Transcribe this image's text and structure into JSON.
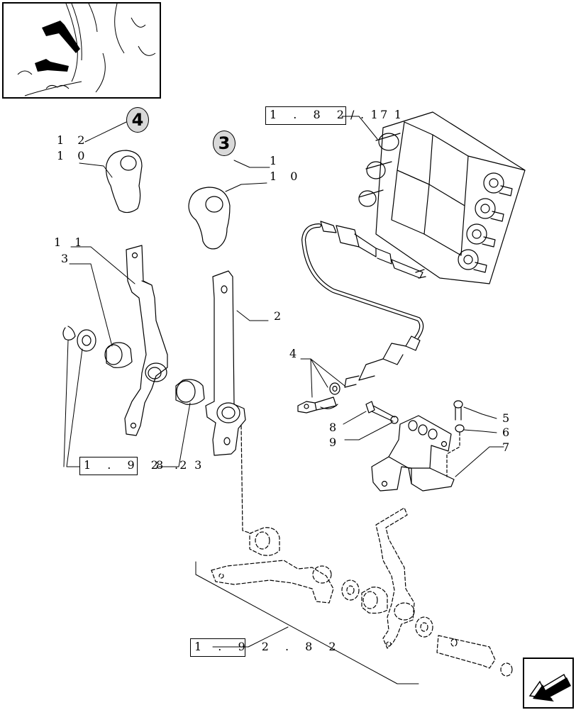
{
  "labels": {
    "circle_4": "4",
    "circle_3": "3",
    "l12": "1 2",
    "l10a": "1 0",
    "l1": "1",
    "l10b": "1 0",
    "l11": "1 1",
    "l3": "3",
    "l2": "2",
    "l4": "4",
    "l5": "5",
    "l6": "6",
    "l7": "7",
    "l8": "8",
    "l9": "9"
  },
  "refs": {
    "ref_top": "1 . 8 2 . 7",
    "ref_top_suffix": "/ 1 1",
    "ref_left": "1 . 9 2 . 3",
    "ref_left_suffix": "8 2",
    "ref_bottom": "1 . 9 2 . 8 2"
  },
  "icons": {
    "thumbnail": "tractor-cab-levers-icon",
    "navigation": "arrow-left-icon"
  }
}
